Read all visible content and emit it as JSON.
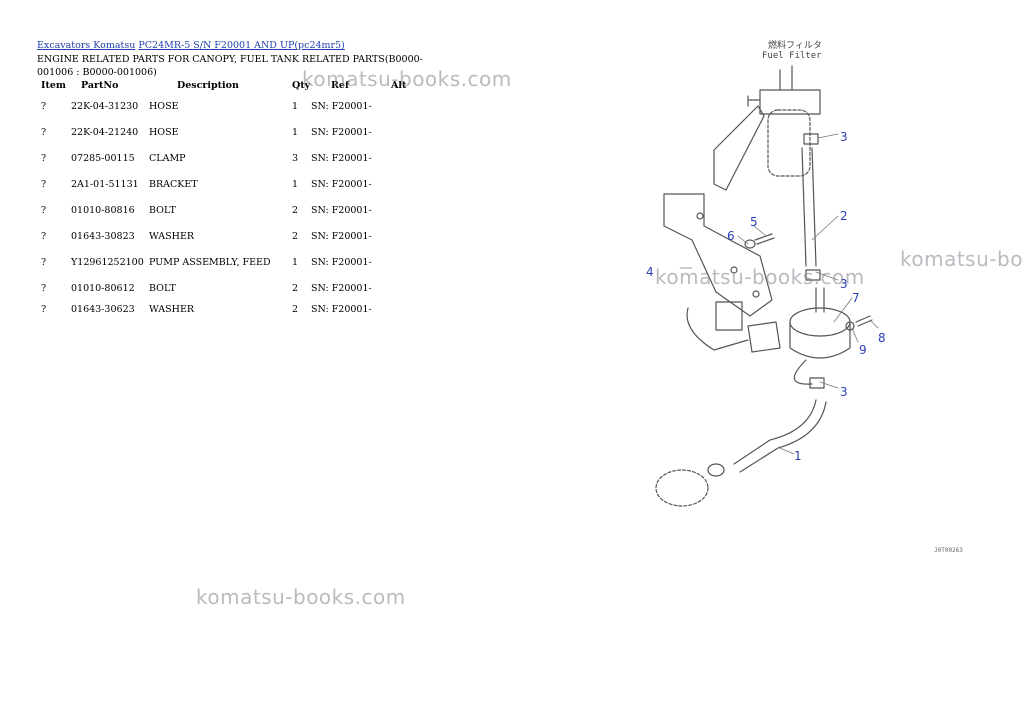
{
  "breadcrumb": {
    "link1": "Excavators Komatsu",
    "link2": "PC24MR-5 S/N F20001 AND UP(pc24mr5)"
  },
  "page_title": "ENGINE RELATED PARTS FOR CANOPY, FUEL TANK RELATED PARTS(B0000-001006 : B0000-001006)",
  "table": {
    "headers": {
      "item": "Item",
      "partno": "PartNo",
      "description": "Description",
      "qty": "Qty",
      "ref": "Ref",
      "alt": "Alt"
    },
    "rows": [
      {
        "item": "?",
        "partno": "22K-04-31230",
        "description": "HOSE",
        "qty": "1",
        "ref": "SN: F20001-"
      },
      {
        "item": "?",
        "partno": "22K-04-21240",
        "description": "HOSE",
        "qty": "1",
        "ref": "SN: F20001-"
      },
      {
        "item": "?",
        "partno": "07285-00115",
        "description": "CLAMP",
        "qty": "3",
        "ref": "SN: F20001-"
      },
      {
        "item": "?",
        "partno": "2A1-01-51131",
        "description": "BRACKET",
        "qty": "1",
        "ref": "SN: F20001-"
      },
      {
        "item": "?",
        "partno": "01010-80816",
        "description": "BOLT",
        "qty": "2",
        "ref": "SN: F20001-"
      },
      {
        "item": "?",
        "partno": "01643-30823",
        "description": "WASHER",
        "qty": "2",
        "ref": "SN: F20001-"
      },
      {
        "item": "?",
        "partno": "Y12961252100",
        "description": "PUMP ASSEMBLY, FEED",
        "qty": "1",
        "ref": "SN: F20001-"
      },
      {
        "item": "?",
        "partno": "01010-80612",
        "description": "BOLT",
        "qty": "2",
        "ref": "SN: F20001-"
      },
      {
        "item": "?",
        "partno": "01643-30623",
        "description": "WASHER",
        "qty": "2",
        "ref": "SN: F20001-"
      }
    ]
  },
  "watermark": "komatsu-books.com",
  "diagram": {
    "header_jp": "燃料フィルタ",
    "header_en": "Fuel Filter",
    "callouts": [
      "1",
      "2",
      "3",
      "3",
      "3",
      "4",
      "5",
      "6",
      "7",
      "8",
      "9"
    ],
    "code": "J0T00263",
    "colors": {
      "callout": "#2b3fb8",
      "line": "#555555"
    }
  }
}
